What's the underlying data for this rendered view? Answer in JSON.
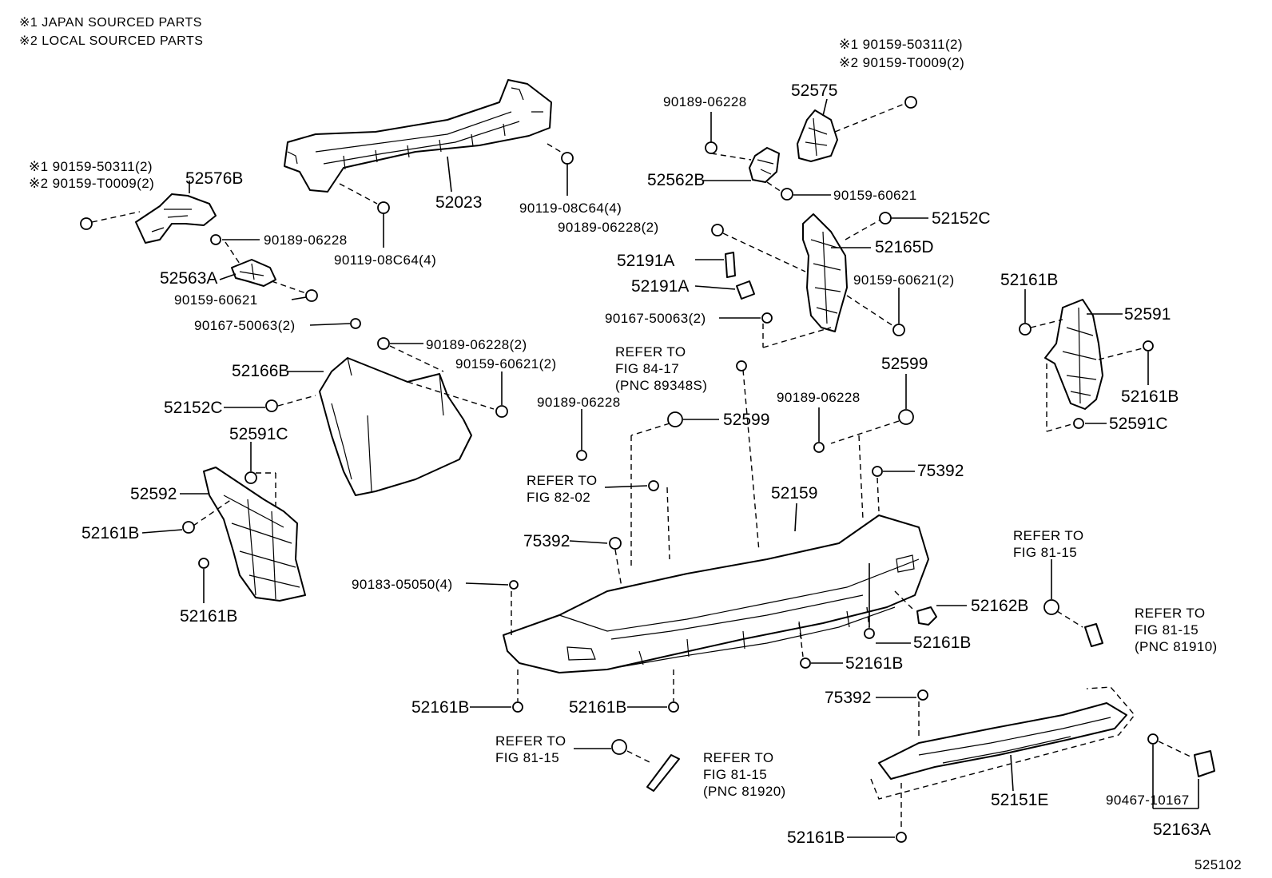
{
  "notes": [
    "※1 JAPAN SOURCED PARTS",
    "※2 LOCAL SOURCED PARTS"
  ],
  "figure_number": "525102",
  "callouts": {
    "c1a": "※1 90159-50311(2)",
    "c1b": "※2 90159-T0009(2)",
    "c2a": "※1 90159-50311(2)",
    "c2b": "※2 90159-T0009(2)",
    "p52576B": "52576B",
    "p90189_1": "90189-06228",
    "p52563A": "52563A",
    "p90159_1": "90159-60621",
    "p90167_1": "90167-50063(2)",
    "p52023": "52023",
    "p90119_1": "90119-08C64(4)",
    "p90119_2": "90119-08C64(4)",
    "p90189_2": "90189-06228",
    "p52575": "52575",
    "p52562B": "52562B",
    "p90159_2": "90159-60621",
    "p90189_3": "90189-06228(2)",
    "p52152C_1": "52152C",
    "p52165D": "52165D",
    "p52191A_1": "52191A",
    "p52191A_2": "52191A",
    "p90159_3": "90159-60621(2)",
    "p90167_2": "90167-50063(2)",
    "p52161B_r1": "52161B",
    "p52591": "52591",
    "p52161B_r2": "52161B",
    "p52591C_r": "52591C",
    "p90189_4": "90189-06228(2)",
    "p90159_4": "90159-60621(2)",
    "p52166B": "52166B",
    "p52152C_2": "52152C",
    "p52591C_l": "52591C",
    "p52592": "52592",
    "p52161B_l1": "52161B",
    "p52161B_l2": "52161B",
    "ref1a": "REFER TO",
    "ref1b": "FIG 84-17",
    "ref1c": "(PNC 89348S)",
    "p90189_5": "90189-06228",
    "p52599_1": "52599",
    "p52599_2": "52599",
    "p90189_6": "90189-06228",
    "ref2a": "REFER TO",
    "ref2b": "FIG 82-02",
    "p75392_1": "75392",
    "p75392_2": "75392",
    "p52159": "52159",
    "p90183": "90183-05050(4)",
    "p52162B": "52162B",
    "p52161B_c1": "52161B",
    "p52161B_c2": "52161B",
    "ref3a": "REFER TO",
    "ref3b": "FIG 81-15",
    "ref4a": "REFER TO",
    "ref4b": "FIG 81-15",
    "ref4c": "(PNC 81910)",
    "p52161B_b1": "52161B",
    "p52161B_b2": "52161B",
    "ref5a": "REFER TO",
    "ref5b": "FIG 81-15",
    "ref6a": "REFER TO",
    "ref6b": "FIG 81-15",
    "ref6c": "(PNC 81920)",
    "p75392_3": "75392",
    "p52151E": "52151E",
    "p90467": "90467-10167",
    "p52163A": "52163A",
    "p52161B_b3": "52161B"
  }
}
